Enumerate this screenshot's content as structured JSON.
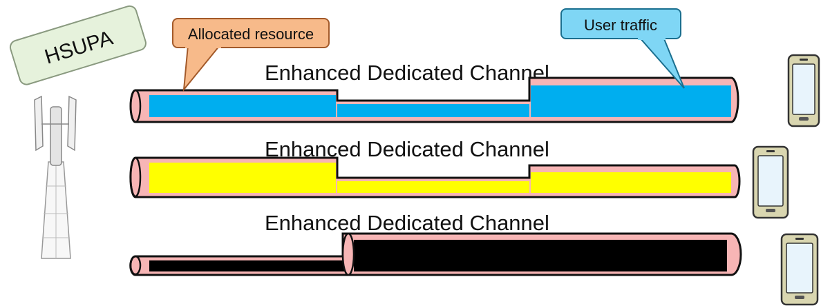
{
  "technology": {
    "label": "HSUPA"
  },
  "callouts": {
    "allocated": "Allocated resource",
    "traffic": "User traffic"
  },
  "channels": [
    {
      "title": "Enhanced Dedicated Channel",
      "traffic_color": "#00aeef",
      "tube_color": "#f7b5b5"
    },
    {
      "title": "Enhanced Dedicated Channel",
      "traffic_color": "#ffff00",
      "tube_color": "#f7b5b5"
    },
    {
      "title": "Enhanced Dedicated Channel",
      "traffic_color": "#000000",
      "tube_color": "#f7b5b5"
    }
  ],
  "colors": {
    "hsupa_fill": "#e6f2dc",
    "allocated_fill": "#f7ba8a",
    "traffic_fill": "#7fd6f5",
    "phone_screen": "#e8f4fc",
    "phone_body": "#d9d6b0"
  },
  "icons": [
    "cell-tower-icon",
    "mobile-phone-icon"
  ]
}
